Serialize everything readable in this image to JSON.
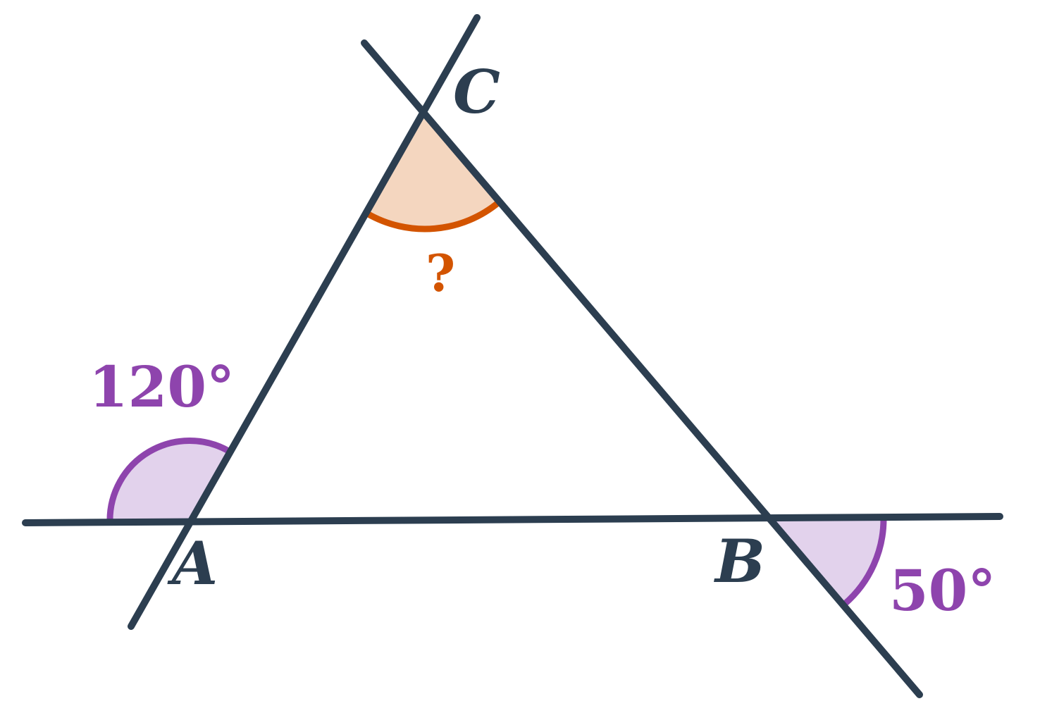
{
  "vertices": {
    "a": "A",
    "b": "B",
    "c": "C"
  },
  "angles": {
    "exterior_a": "120°",
    "exterior_b": "50°",
    "interior_c": "?"
  },
  "colors": {
    "line": "#2c3e50",
    "exterior_arc": "#8e44ad",
    "exterior_fill": "#e2d2ec",
    "unknown_arc": "#d35400",
    "unknown_fill": "#f4d6bf"
  }
}
